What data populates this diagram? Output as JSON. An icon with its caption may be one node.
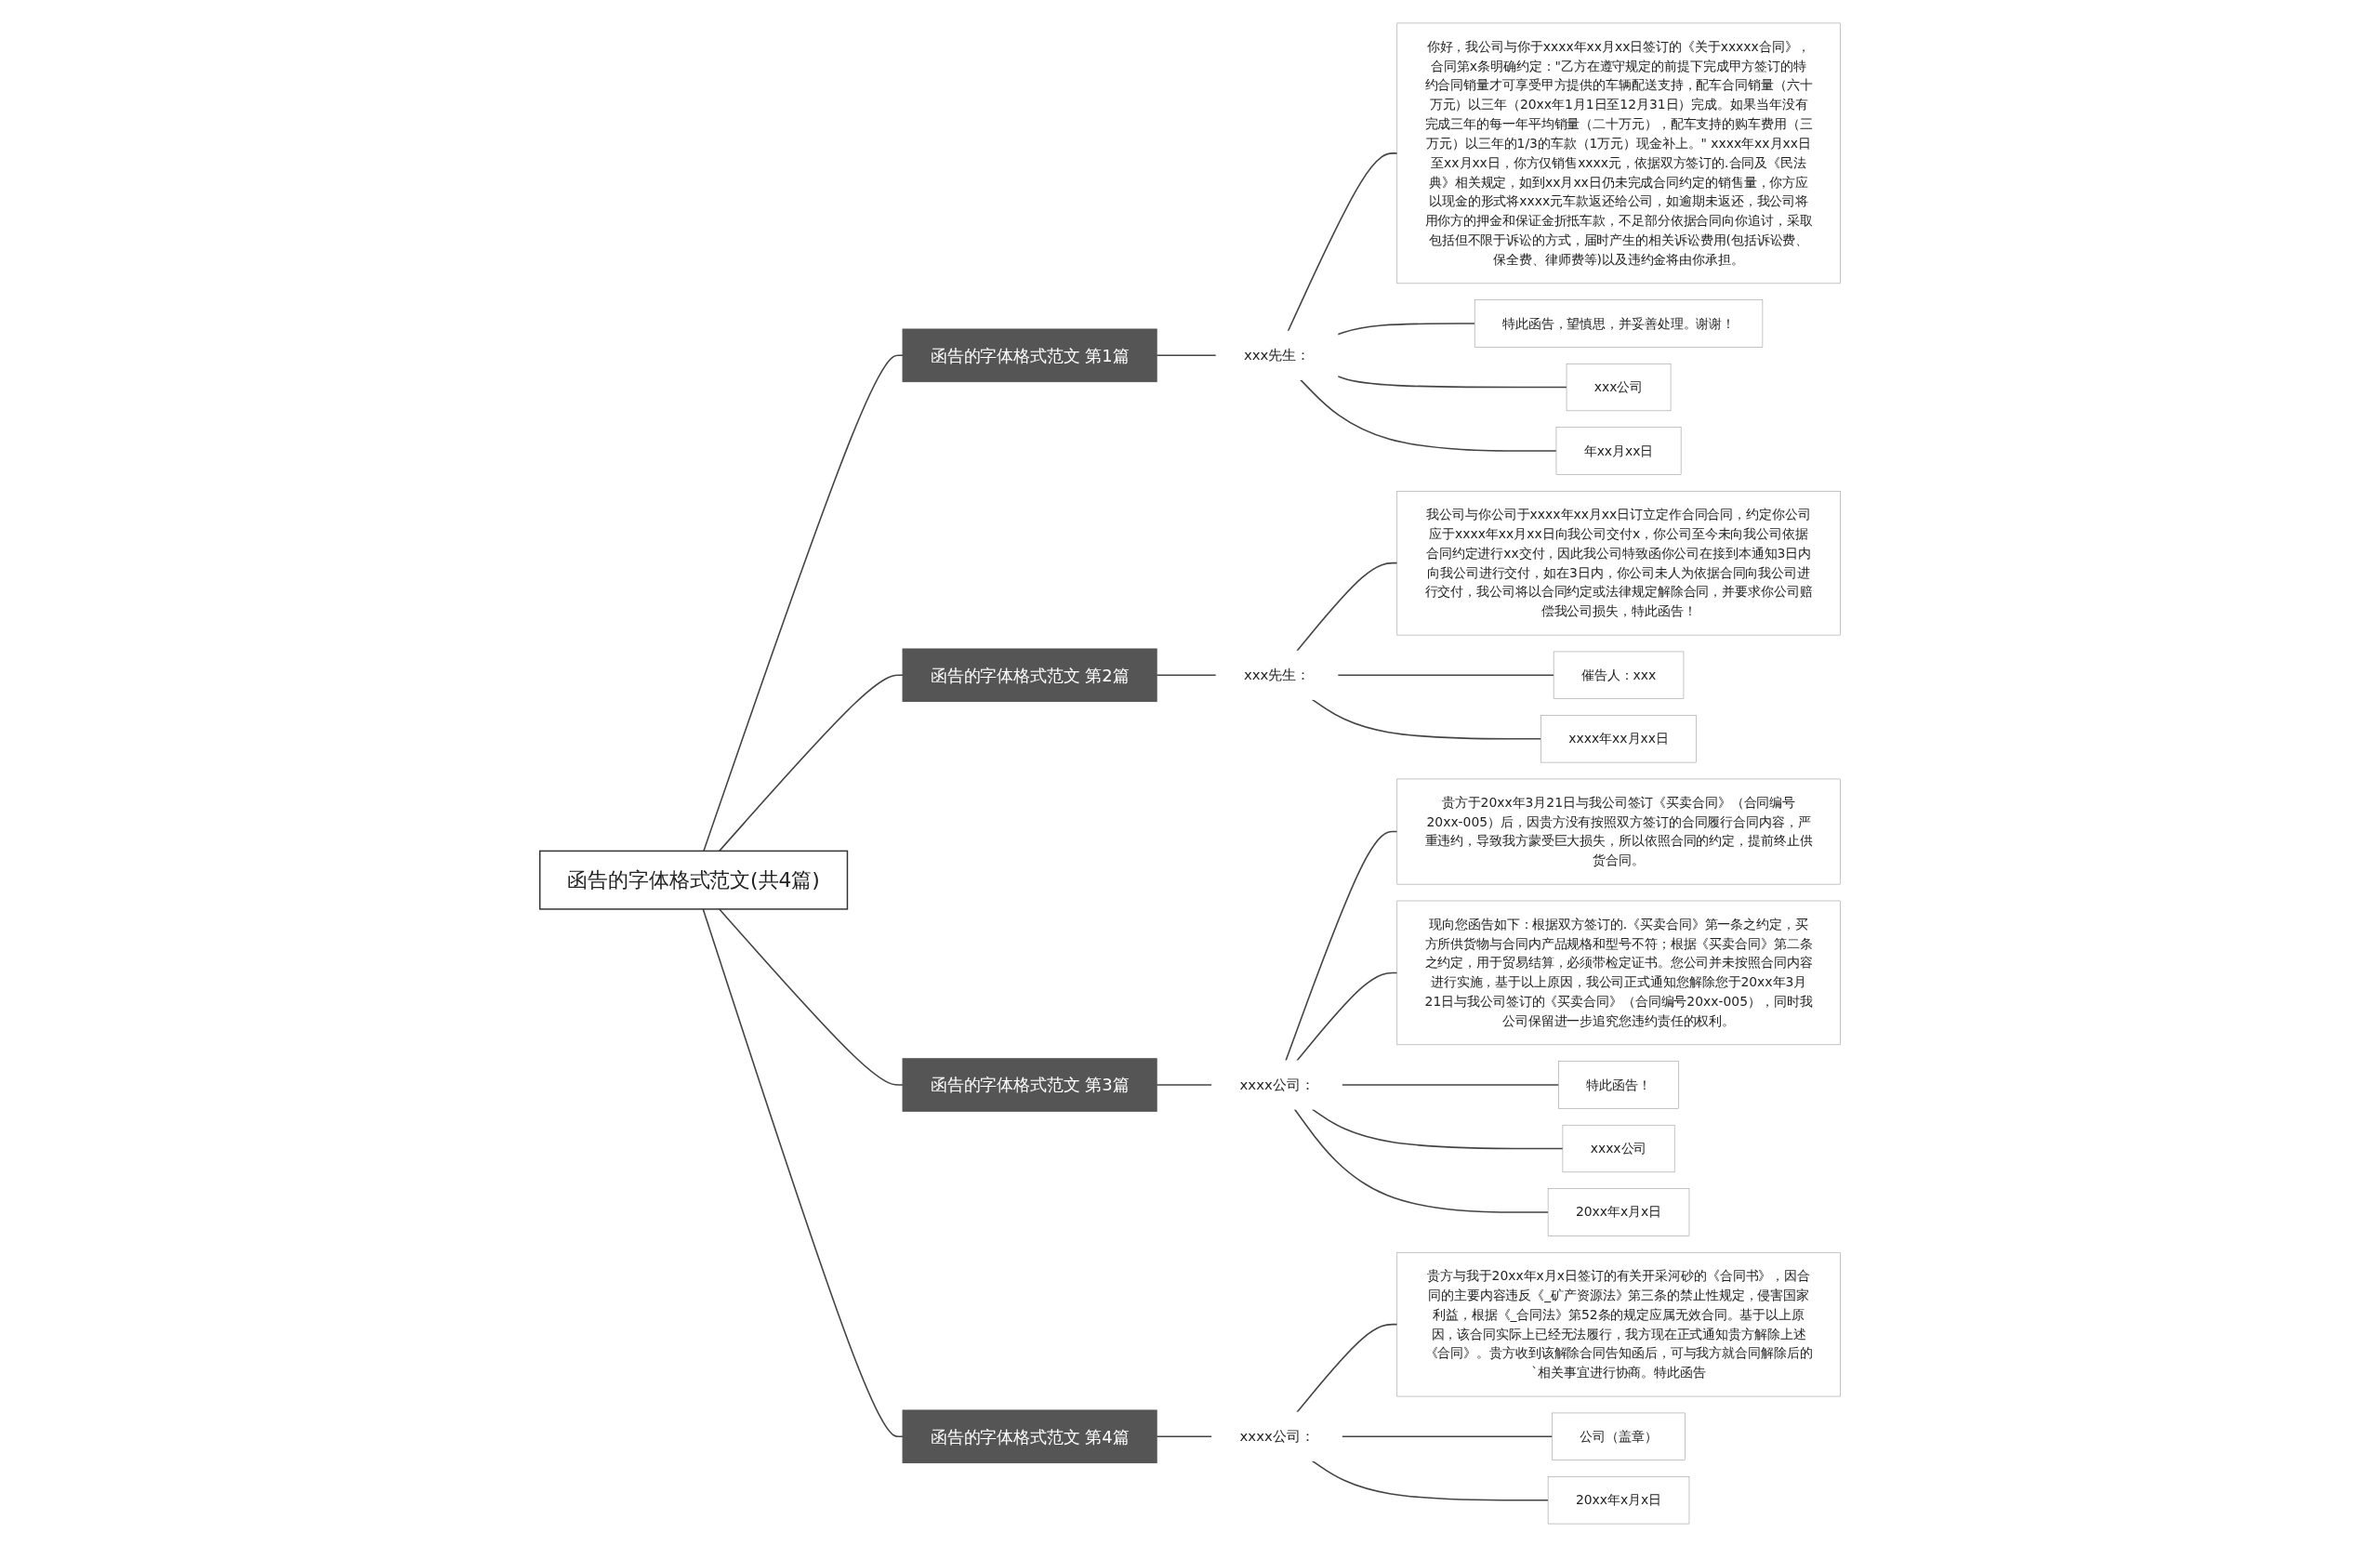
{
  "diagram": {
    "nodes": [
      {
        "text": [
          "函告的字体格式范文(共4篇)"
        ]
      },
      {
        "text": [
          "函告的字体格式范文 第1篇"
        ]
      },
      {
        "text": [
          "xxx先生："
        ]
      },
      {
        "text": [
          "你好，我公司与你于xxxx年xx月xx日签订的《关于xxxxx合同》，合同第x条明确约定：\"乙方在遵守规定的前提下完成甲方签订的特约合同销量才可享受甲方提供的车辆配送支持，配车合同销量（六十万元）以三年（20xx年1月1日至12月31日）完成。如果当年没有完成三年的每一年平均销量（二十万元），配车支持的购车费用（三万元）以三年的1/3的车款（1万元）现金补上。\" xxxx年xx月xx日至xx月xx日，你方仅销售xxxx元，依据双方签订的.合同及《民法典》相关规定，如到xx月xx日仍未完成合同约定的销售量，你方应以现金的形式将xxxx元车款返还给公司，如逾期未返还，我公司将用你方的押金和保证金折抵车款，不足部分依据合同向你追讨，采取包括但不限于诉讼的方式，届时产生的相关诉讼费用(包括诉讼费、保全费、律师费等)以及违约金将由你承担。"
        ]
      },
      {
        "text": [
          "特此函告，望慎思，并妥善处理。谢谢！"
        ]
      },
      {
        "text": [
          "xxx公司"
        ]
      },
      {
        "text": [
          "年xx月xx日"
        ]
      },
      {
        "text": [
          "函告的字体格式范文 第2篇"
        ]
      },
      {
        "text": [
          "xxx先生："
        ]
      },
      {
        "text": [
          "我公司与你公司于xxxx年xx月xx日订立定作合同合同，约定你公司应于xxxx年xx月xx日向我公司交付x，你公司至今未向我公司依据合同约定进行xx交付，因此我公司特致函你公司在接到本通知3日内向我公司进行交付，如在3日内，你公司未人为依据合同向我公司进行交付，我公司将以合同约定或法律规定解除合同，并要求你公司赔偿我公司损失，特此函告！"
        ]
      },
      {
        "text": [
          "催告人：xxx"
        ]
      },
      {
        "text": [
          "xxxx年xx月xx日"
        ]
      },
      {
        "text": [
          "函告的字体格式范文 第3篇"
        ]
      },
      {
        "text": [
          "xxxx公司："
        ]
      },
      {
        "text": [
          "贵方于20xx年3月21日与我公司签订《买卖合同》（合同编号20xx-005）后，因贵方没有按照双方签订的合同履行合同内容，严重违约，导致我方蒙受巨大损失，所以依照合同的约定，提前终止供货合同。"
        ]
      },
      {
        "text": [
          "现向您函告如下：根据双方签订的.《买卖合同》第一条之约定，买方所供货物与合同内产品规格和型号不符；根据《买卖合同》第二条之约定，用于贸易结算，必须带检定证书。您公司并未按照合同内容进行实施，基于以上原因，我公司正式通知您解除您于20xx年3月21日与我公司签订的《买卖合同》（合同编号20xx-005），同时我公司保留进一步追究您违约责任的权利。"
        ]
      },
      {
        "text": [
          "特此函告！"
        ]
      },
      {
        "text": [
          "xxxx公司"
        ]
      },
      {
        "text": [
          "20xx年x月x日"
        ]
      },
      {
        "text": [
          "函告的字体格式范文 第4篇"
        ]
      },
      {
        "text": [
          "xxxx公司："
        ]
      },
      {
        "text": [
          "贵方与我于20xx年x月x日签订的有关开采河砂的《合同书》，因合同的主要内容违反《_矿产资源法》第三条的禁止性规定，侵害国家利益，根据《_合同法》第52条的规定应属无效合同。基于以上原因，该合同实际上已经无法履行，我方现在正式通知贵方解除上述《合同》。贵方收到该解除合同告知函后，可与我方就合同解除后的`相关事宜进行协商。特此函告"
        ]
      },
      {
        "text": [
          "公司（盖章）"
        ]
      },
      {
        "text": [
          "20xx年x月x日"
        ]
      }
    ],
    "edges": [
      {
        "from": 0,
        "to": 1,
        "arrow": "none"
      },
      {
        "from": 1,
        "to": 2,
        "arrow": "none"
      },
      {
        "from": 2,
        "to": 3,
        "arrow": "none"
      },
      {
        "from": 2,
        "to": 4,
        "arrow": "none"
      },
      {
        "from": 2,
        "to": 5,
        "arrow": "none"
      },
      {
        "from": 2,
        "to": 6,
        "arrow": "none"
      },
      {
        "from": 0,
        "to": 7,
        "arrow": "none"
      },
      {
        "from": 7,
        "to": 8,
        "arrow": "none"
      },
      {
        "from": 8,
        "to": 9,
        "arrow": "none"
      },
      {
        "from": 8,
        "to": 10,
        "arrow": "none"
      },
      {
        "from": 8,
        "to": 11,
        "arrow": "none"
      },
      {
        "from": 0,
        "to": 12,
        "arrow": "none"
      },
      {
        "from": 12,
        "to": 13,
        "arrow": "none"
      },
      {
        "from": 13,
        "to": 14,
        "arrow": "none"
      },
      {
        "from": 13,
        "to": 15,
        "arrow": "none"
      },
      {
        "from": 13,
        "to": 16,
        "arrow": "none"
      },
      {
        "from": 13,
        "to": 17,
        "arrow": "none"
      },
      {
        "from": 13,
        "to": 18,
        "arrow": "none"
      },
      {
        "from": 0,
        "to": 19,
        "arrow": "none"
      },
      {
        "from": 19,
        "to": 20,
        "arrow": "none"
      },
      {
        "from": 20,
        "to": 21,
        "arrow": "none"
      },
      {
        "from": 20,
        "to": 22,
        "arrow": "none"
      },
      {
        "from": 20,
        "to": 23,
        "arrow": "none"
      }
    ]
  }
}
